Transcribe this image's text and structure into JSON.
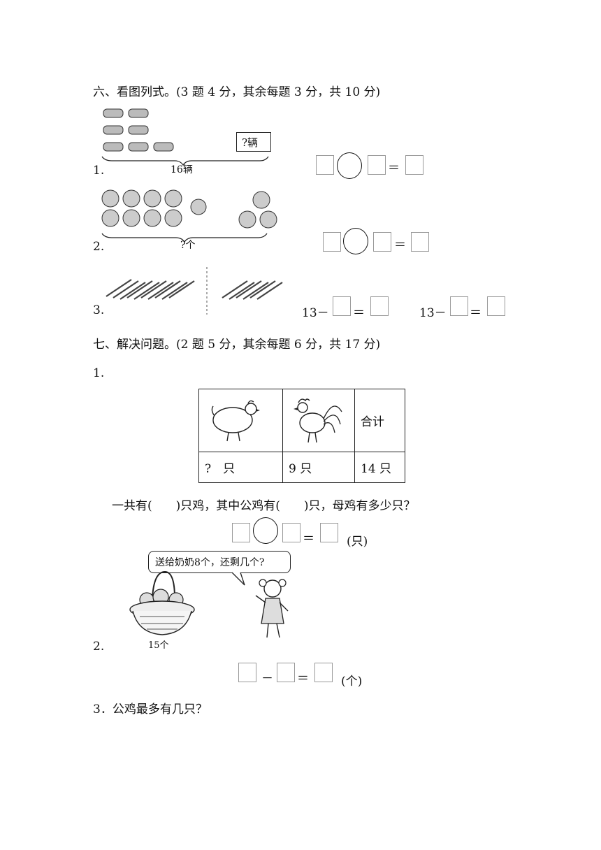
{
  "section6": {
    "heading": "六、看图列式。(3 题 4 分，其余每题 3 分，共 10 分)",
    "q1": {
      "num": "1.",
      "total_label": "16辆",
      "unknown_label": "?辆"
    },
    "q2": {
      "num": "2.",
      "total_label": "?个"
    },
    "q3": {
      "num": "3.",
      "prefix_a": "13－",
      "prefix_b": "13－"
    },
    "equals": "＝"
  },
  "section7": {
    "heading": "七、解决问题。(2 题 5 分，其余每题 6 分，共 17 分)",
    "q1": {
      "num": "1.",
      "table": {
        "header_total": "合计",
        "hen_count": "?　只",
        "rooster_count": "9 只",
        "total_count": "14 只"
      },
      "question": "一共有(　　)只鸡，其中公鸡有(　　)只，母鸡有多少只？",
      "unit": "(只)"
    },
    "q2": {
      "num": "2.",
      "speech": "送给奶奶8个，还剩几个?",
      "basket_label": "15个",
      "minus": "－",
      "unit": "(个)"
    },
    "q3": {
      "text": "3．公鸡最多有几只？"
    },
    "equals": "＝"
  }
}
